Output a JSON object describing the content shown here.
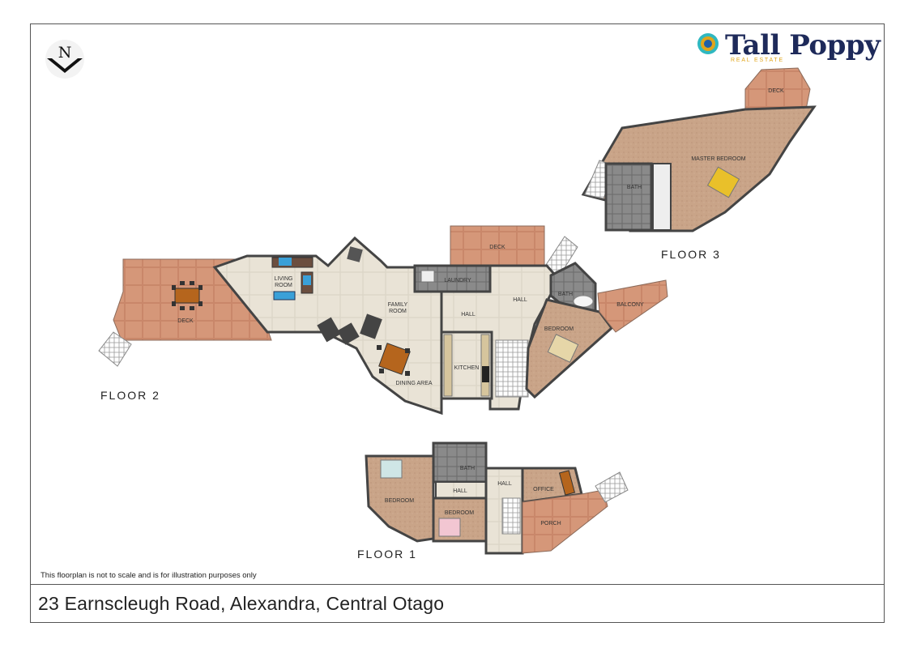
{
  "brand": {
    "name": "Tall Poppy",
    "subtitle": "REAL ESTATE",
    "colors": {
      "navy": "#1e2a5a",
      "gold": "#e0a51b",
      "teal": "#2fb8c0",
      "blue": "#1f5fa8"
    }
  },
  "compass": {
    "letter": "N"
  },
  "floors": {
    "floor1": {
      "label": "FLOOR 1",
      "rooms": {
        "bedroom_a": "BEDROOM",
        "bath": "BATH",
        "hall_a": "HALL",
        "hall_b": "HALL",
        "office": "OFFICE",
        "bedroom_b": "BEDROOM",
        "porch": "PORCH"
      }
    },
    "floor2": {
      "label": "FLOOR 2",
      "rooms": {
        "deck_west": "DECK",
        "living_line1": "LIVING",
        "living_line2": "ROOM",
        "family_line1": "FAMILY",
        "family_line2": "ROOM",
        "laundry": "LAUNDRY",
        "deck_north": "DECK",
        "hall_a": "HALL",
        "hall_b": "HALL",
        "bath": "BATH",
        "balcony": "BALCONY",
        "bedroom": "BEDROOM",
        "kitchen": "KITCHEN",
        "dining": "DINING AREA"
      }
    },
    "floor3": {
      "label": "FLOOR 3",
      "rooms": {
        "deck": "DECK",
        "master_bedroom": "MASTER BEDROOM",
        "bath": "BATH"
      }
    }
  },
  "disclaimer": "This floorplan is not to scale and is for illustration purposes only",
  "address": "23 Earnscleugh Road, Alexandra, Central Otago"
}
